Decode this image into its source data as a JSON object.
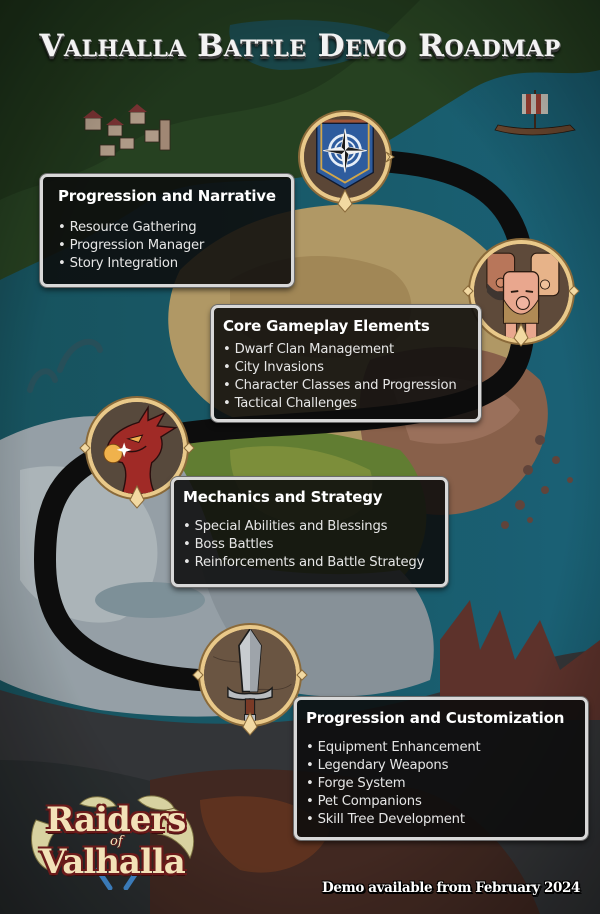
{
  "header": {
    "title": "Valhalla Battle Demo Roadmap"
  },
  "roadmap": {
    "path_color": "#0d0d0d",
    "medallion_border": "#e9c98a",
    "stages": [
      {
        "title": "Progression and Narrative",
        "icon": "banner-compass-icon",
        "items": [
          "Resource Gathering",
          "Progression Manager",
          "Story Integration"
        ]
      },
      {
        "title": "Core Gameplay Elements",
        "icon": "dwarf-clan-icon",
        "items": [
          "Dwarf Clan Management",
          "City Invasions",
          "Character Classes and Progression",
          "Tactical Challenges"
        ]
      },
      {
        "title": "Mechanics and Strategy",
        "icon": "red-dragon-icon",
        "items": [
          "Special Abilities and Blessings",
          "Boss Battles",
          "Reinforcements and Battle Strategy"
        ]
      },
      {
        "title": "Progression and Customization",
        "icon": "sword-icon",
        "items": [
          "Equipment Enhancement",
          "Legendary Weapons",
          "Forge System",
          "Pet Companions",
          "Skill Tree Development"
        ]
      }
    ]
  },
  "logo": {
    "line1": "Raiders",
    "of": "of",
    "line2": "Valhalla"
  },
  "footer": {
    "availability": "Demo available from February 2024"
  }
}
